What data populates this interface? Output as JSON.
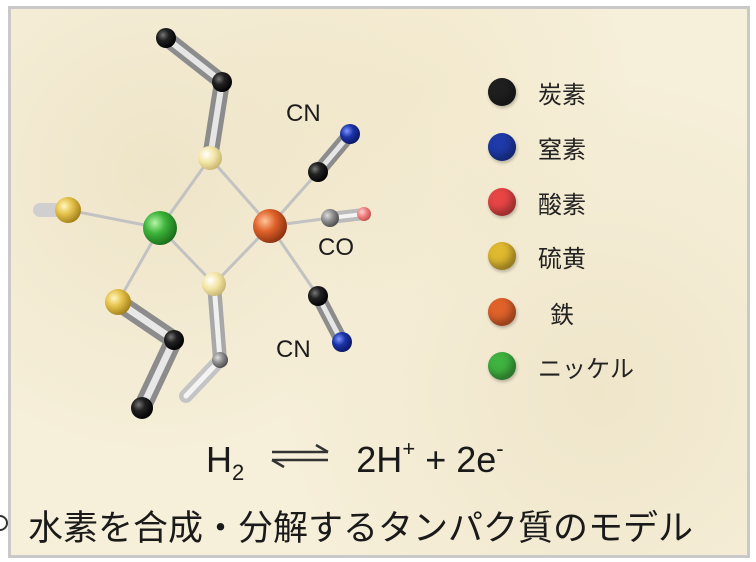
{
  "legend": {
    "items": [
      {
        "label": "炭素",
        "color": "#1f1f1f"
      },
      {
        "label": "窒素",
        "color": "#1e3aa8"
      },
      {
        "label": "酸素",
        "color": "#e84545"
      },
      {
        "label": "硫黄",
        "color": "#e0b930"
      },
      {
        "label": "鉄",
        "color": "#e0622a"
      },
      {
        "label": "ニッケル",
        "color": "#3fb23f"
      }
    ]
  },
  "labels": {
    "cn_top": "CN",
    "co": "CO",
    "cn_bottom": "CN"
  },
  "equation": {
    "left_symbol": "H",
    "left_sub": "2",
    "right_coef1": "2H",
    "right_sup1": "+",
    "plus": "+",
    "right_coef2": "2e",
    "right_sup2": "-"
  },
  "caption": "水素を合成・分解するタンパク質のモデル",
  "colors": {
    "background": "#f6efd9",
    "bond": "#bdbdbd",
    "stick": "#9a9a9a"
  }
}
